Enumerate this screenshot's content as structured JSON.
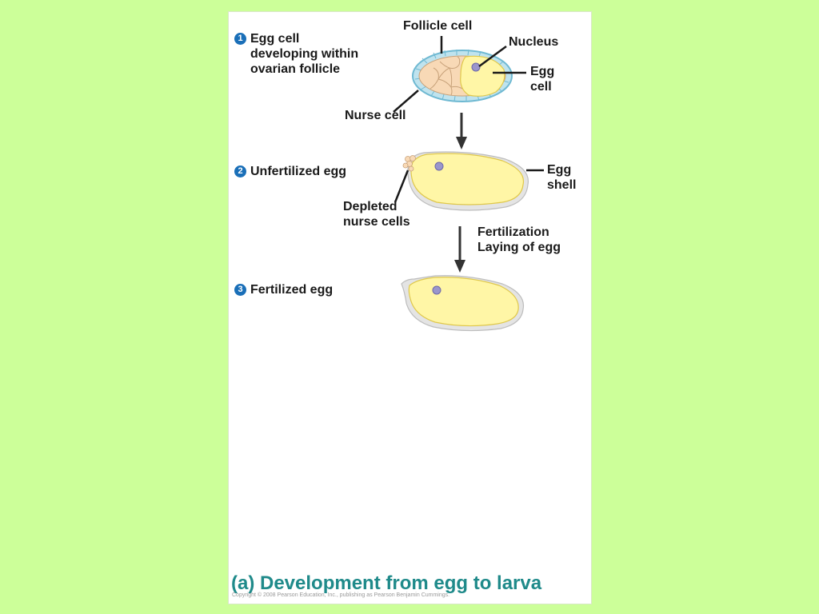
{
  "steps": [
    {
      "number": "1",
      "text_lines": [
        "Egg cell",
        "developing within",
        "ovarian follicle"
      ]
    },
    {
      "number": "2",
      "text": "Unfertilized egg"
    },
    {
      "number": "3",
      "text": "Fertilized egg"
    }
  ],
  "labels": {
    "follicle_cell": "Follicle cell",
    "nucleus": "Nucleus",
    "egg_cell_lines": [
      "Egg",
      "cell"
    ],
    "nurse_cell": "Nurse cell",
    "egg_shell_lines": [
      "Egg",
      "shell"
    ],
    "depleted_nurse_cells_lines": [
      "Depleted",
      "nurse cells"
    ],
    "fertilization": "Fertilization",
    "laying_of_egg": "Laying of egg"
  },
  "caption": "(a) Development from egg to larva",
  "copyright": "Copyright © 2008 Pearson Education, Inc., publishing as Pearson Benjamin Cummings.",
  "colors": {
    "background": "#ccff99",
    "caption": "#1f8a8a",
    "step_badge": "#1a6fb8",
    "follicle": "#bfe3ee",
    "nurse_cell": "#f8d9b6",
    "egg_cell": "#fff6a6",
    "shell": "#e4e4e4",
    "nucleus": "#9a96cc"
  }
}
